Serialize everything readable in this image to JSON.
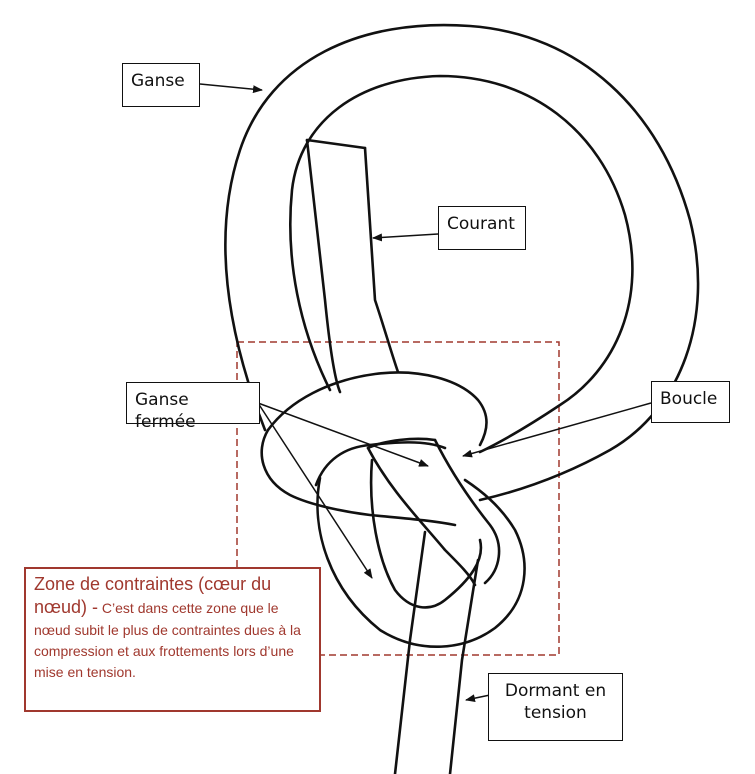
{
  "labels": {
    "ganse": "Ganse",
    "courant": "Courant",
    "ganse_fermee": "Ganse fermée",
    "boucle": "Boucle",
    "dormant": "Dormant en tension"
  },
  "zone": {
    "title": "Zone de contraintes (cœur du nœud) -",
    "text": "C’est dans cette zone que le nœud subit le plus de contraintes dues à la compression et aux frottements lors d’une mise en tension."
  },
  "colors": {
    "rope_outline": "#111111",
    "zone_accent": "#a0382e",
    "background": "#ffffff"
  }
}
